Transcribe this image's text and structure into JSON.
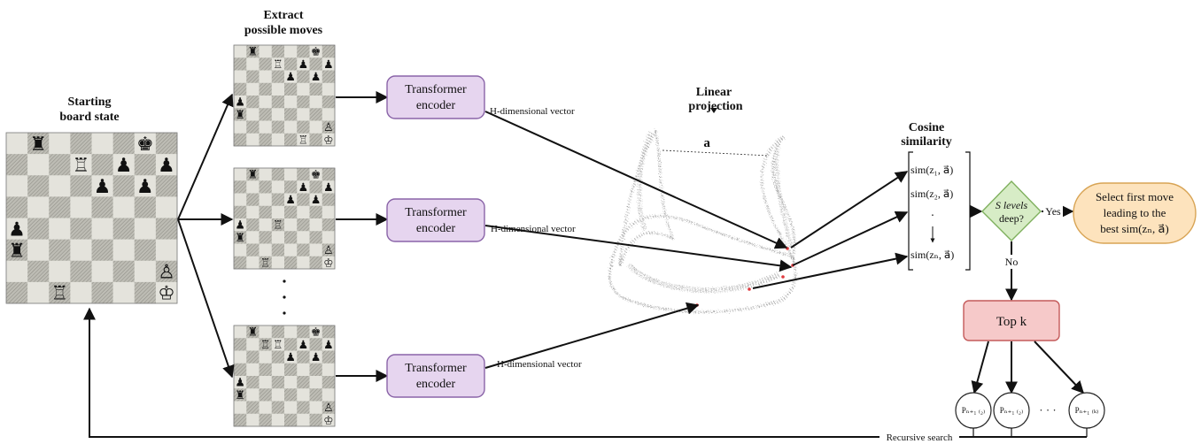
{
  "labels": {
    "starting_board": [
      "Starting",
      "board state"
    ],
    "extract_moves": [
      "Extract",
      "possible moves"
    ],
    "linear_projection": [
      "Linear",
      "projection"
    ],
    "vector_a": "a⃗",
    "cosine_similarity": [
      "Cosine",
      "similarity"
    ],
    "encoder": [
      "Transformer",
      "encoder"
    ],
    "vector_labels": [
      "H-dimensional vector",
      "H-dimensional vector",
      "H-dimensional vector"
    ],
    "sim_entries": [
      "sim(z₁, a⃗)",
      "sim(z₂, a⃗)",
      "sim(zₙ, a⃗)"
    ],
    "sim_dot": "·",
    "decision": [
      "S levels",
      "deep?"
    ],
    "yes": "Yes",
    "no": "No",
    "select": [
      "Select first move",
      "leading to the",
      "best sim(zₙ, a⃗)"
    ],
    "topk": "Top k",
    "nodes": [
      "Pₙ₊₁ ₍₂₎",
      "Pₙ₊₁ ₍₂₎",
      "Pₙ₊₁ ₍ₖ₎"
    ],
    "node_dots": "·  ·  ·",
    "vertical_dots": "·",
    "recursive": "Recursive search"
  },
  "boards": {
    "start": [
      {
        "r": 0,
        "c": 1,
        "g": "♜"
      },
      {
        "r": 0,
        "c": 6,
        "g": "♚"
      },
      {
        "r": 1,
        "c": 3,
        "g": "♖"
      },
      {
        "r": 1,
        "c": 5,
        "g": "♟"
      },
      {
        "r": 1,
        "c": 7,
        "g": "♟"
      },
      {
        "r": 2,
        "c": 4,
        "g": "♟"
      },
      {
        "r": 2,
        "c": 6,
        "g": "♟"
      },
      {
        "r": 4,
        "c": 0,
        "g": "♟"
      },
      {
        "r": 5,
        "c": 0,
        "g": "♜"
      },
      {
        "r": 6,
        "c": 7,
        "g": "♙"
      },
      {
        "r": 7,
        "c": 2,
        "g": "♖"
      },
      {
        "r": 7,
        "c": 7,
        "g": "♔"
      }
    ],
    "move1": [
      {
        "r": 0,
        "c": 1,
        "g": "♜"
      },
      {
        "r": 0,
        "c": 6,
        "g": "♚"
      },
      {
        "r": 1,
        "c": 3,
        "g": "♖"
      },
      {
        "r": 1,
        "c": 5,
        "g": "♟"
      },
      {
        "r": 1,
        "c": 7,
        "g": "♟"
      },
      {
        "r": 2,
        "c": 4,
        "g": "♟"
      },
      {
        "r": 2,
        "c": 6,
        "g": "♟"
      },
      {
        "r": 4,
        "c": 0,
        "g": "♟"
      },
      {
        "r": 5,
        "c": 0,
        "g": "♜"
      },
      {
        "r": 6,
        "c": 7,
        "g": "♙"
      },
      {
        "r": 7,
        "c": 5,
        "g": "♖"
      },
      {
        "r": 7,
        "c": 7,
        "g": "♔"
      }
    ],
    "move2": [
      {
        "r": 0,
        "c": 1,
        "g": "♜"
      },
      {
        "r": 0,
        "c": 6,
        "g": "♚"
      },
      {
        "r": 1,
        "c": 5,
        "g": "♟"
      },
      {
        "r": 1,
        "c": 7,
        "g": "♟"
      },
      {
        "r": 2,
        "c": 4,
        "g": "♟"
      },
      {
        "r": 2,
        "c": 6,
        "g": "♟"
      },
      {
        "r": 4,
        "c": 0,
        "g": "♟"
      },
      {
        "r": 4,
        "c": 3,
        "g": "♖"
      },
      {
        "r": 5,
        "c": 0,
        "g": "♜"
      },
      {
        "r": 6,
        "c": 7,
        "g": "♙"
      },
      {
        "r": 7,
        "c": 2,
        "g": "♖"
      },
      {
        "r": 7,
        "c": 7,
        "g": "♔"
      }
    ],
    "move3": [
      {
        "r": 0,
        "c": 1,
        "g": "♜"
      },
      {
        "r": 0,
        "c": 6,
        "g": "♚"
      },
      {
        "r": 1,
        "c": 2,
        "g": "♖"
      },
      {
        "r": 1,
        "c": 3,
        "g": "♖"
      },
      {
        "r": 1,
        "c": 5,
        "g": "♟"
      },
      {
        "r": 1,
        "c": 7,
        "g": "♟"
      },
      {
        "r": 2,
        "c": 4,
        "g": "♟"
      },
      {
        "r": 2,
        "c": 6,
        "g": "♟"
      },
      {
        "r": 4,
        "c": 0,
        "g": "♟"
      },
      {
        "r": 5,
        "c": 0,
        "g": "♜"
      },
      {
        "r": 6,
        "c": 7,
        "g": "♙"
      },
      {
        "r": 7,
        "c": 7,
        "g": "♔"
      }
    ]
  },
  "colors": {
    "encoder_fill": "#e6d5ef",
    "encoder_stroke": "#8a64a8",
    "topk_fill": "#f6c9c9",
    "select_fill": "#fde3bd",
    "decision_fill": "#d7ecc6",
    "board_light": "#e4e3dc",
    "board_dark": "#b7b6ae",
    "highlight_dot": "#e0393e"
  }
}
